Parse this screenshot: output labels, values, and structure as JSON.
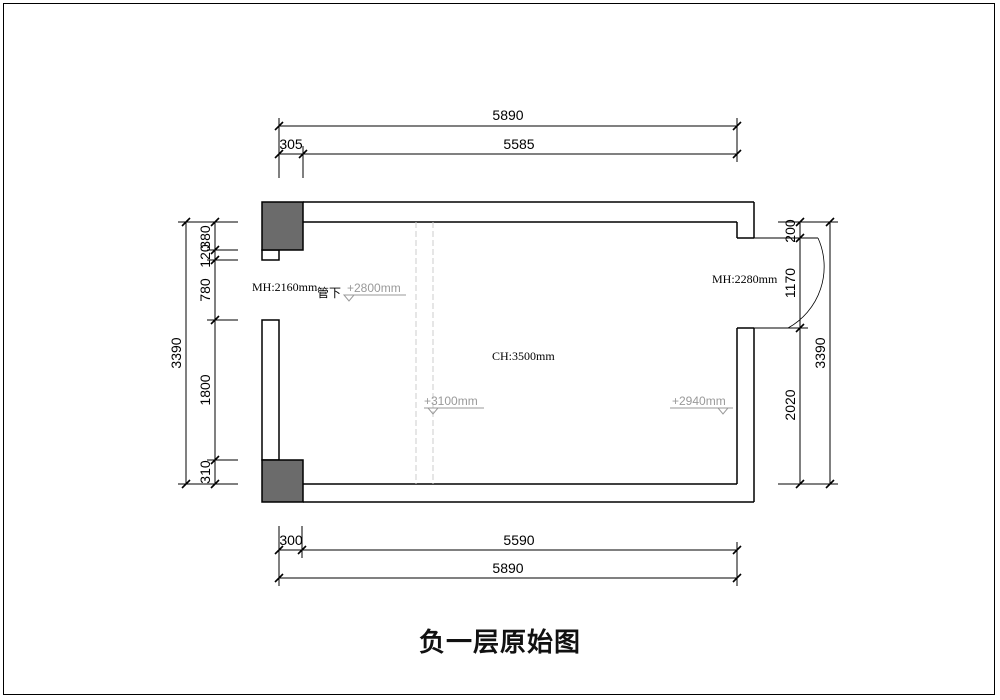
{
  "title": "负一层原始图",
  "dimensions": {
    "top_total": "5890",
    "top_left": "305",
    "top_right": "5585",
    "bottom_left": "300",
    "bottom_right": "5590",
    "bottom_total": "5890",
    "left_total": "3390",
    "left_seg_1": "380",
    "left_seg_2": "120",
    "left_seg_3": "780",
    "left_seg_4": "1800",
    "left_seg_5": "310",
    "right_total": "3390",
    "right_seg_1": "200",
    "right_seg_2": "1170",
    "right_seg_3": "2020"
  },
  "notes": {
    "mh_left": "MH:2160mm",
    "mh_right": "MH:2280mm",
    "ceiling_height": "CH:3500mm",
    "pipe_label": "管下"
  },
  "levels": {
    "pipe": "+2800mm",
    "left": "+3100mm",
    "right": "+2940mm"
  }
}
